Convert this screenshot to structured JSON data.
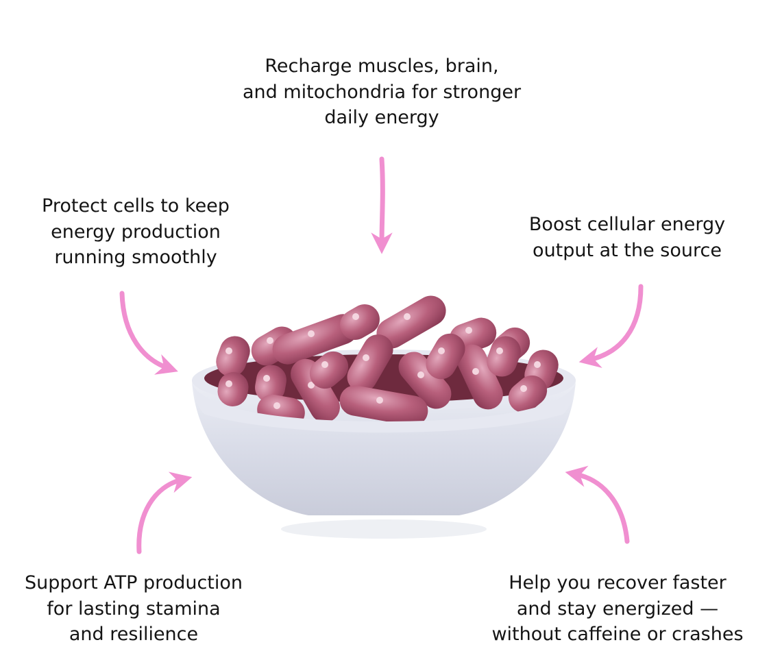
{
  "benefits": {
    "top": {
      "lines": [
        "Recharge muscles, brain,",
        "and mitochondria for stronger",
        "daily energy"
      ]
    },
    "left_top": {
      "lines": [
        "Protect cells to keep",
        "energy production",
        "running smoothly"
      ]
    },
    "right_top": {
      "lines": [
        "Boost cellular energy",
        "output at the source"
      ]
    },
    "bottom_left": {
      "lines": [
        "Support ATP production",
        "for lasting stamina",
        "and resilience"
      ]
    },
    "bottom_right": {
      "lines": [
        "Help you recover faster",
        "and stay energized —",
        "without caffeine or crashes"
      ]
    }
  },
  "colors": {
    "arrow": "#f08fd0",
    "capsule": "#b85c78",
    "bowl": "#dcdfea",
    "text": "#141414"
  }
}
